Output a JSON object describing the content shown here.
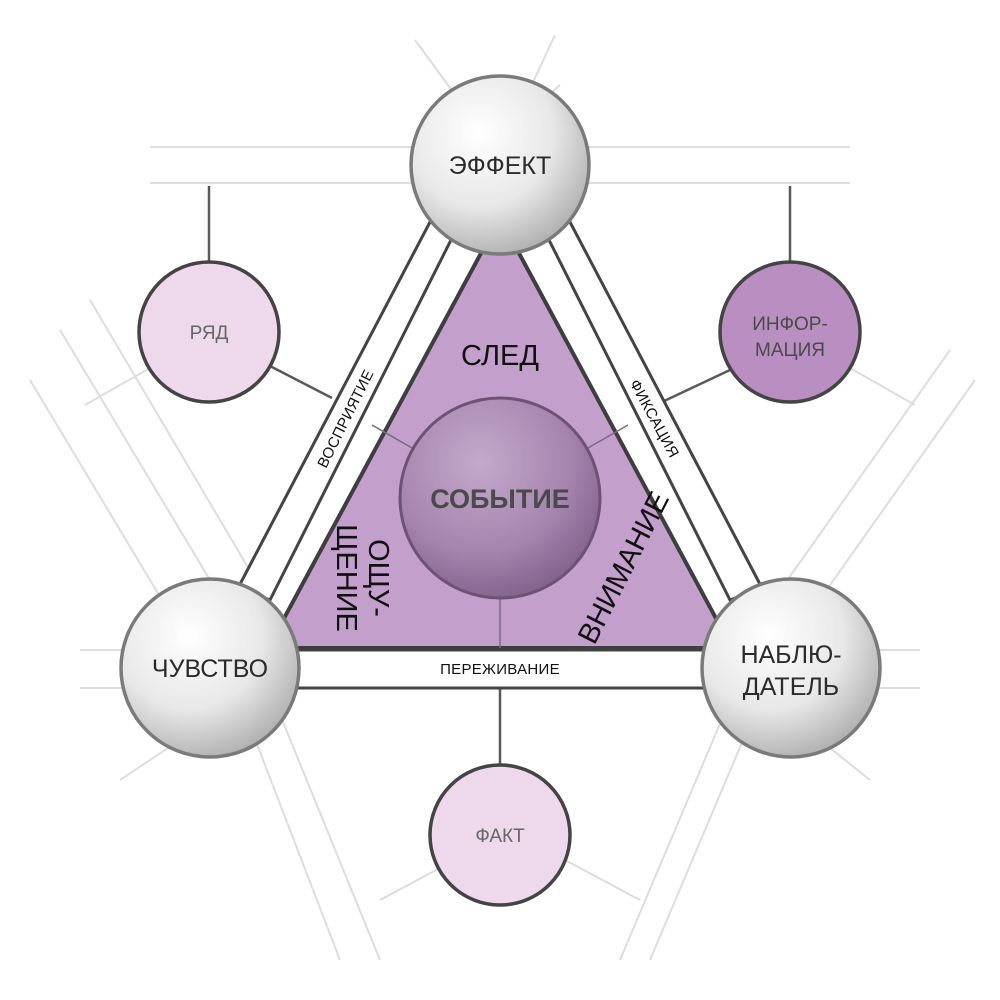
{
  "nodes": {
    "top": {
      "label": "ЭФФЕКТ"
    },
    "left": {
      "label": "ЧУВСТВО"
    },
    "right": {
      "label_line1": "НАБЛЮ-",
      "label_line2": "ДАТЕЛЬ"
    }
  },
  "side_nodes": {
    "upper_left": {
      "label": "РЯД"
    },
    "upper_right": {
      "label_line1": "ИНФОР-",
      "label_line2": "МАЦИЯ"
    },
    "bottom": {
      "label": "ФАКТ"
    }
  },
  "edges": {
    "left": "ВОСПРИЯТИЕ",
    "right": "ФИКСАЦИЯ",
    "bottom": "ПЕРЕЖИВАНИЕ"
  },
  "sectors": {
    "top": "СЛЕД",
    "left_line1": "ОЩУ-",
    "left_line2": "ЩЕНИЕ",
    "right": "ВНИМАНИЕ"
  },
  "center": {
    "label": "СОБЫТИЕ"
  },
  "colors": {
    "triangle_fill": "#c39fcc",
    "side_node_light": "#eed8ec",
    "side_node_dark": "#b98fc2",
    "center_sphere": "#a684ae",
    "grey_sphere": "#e6e6e6"
  }
}
